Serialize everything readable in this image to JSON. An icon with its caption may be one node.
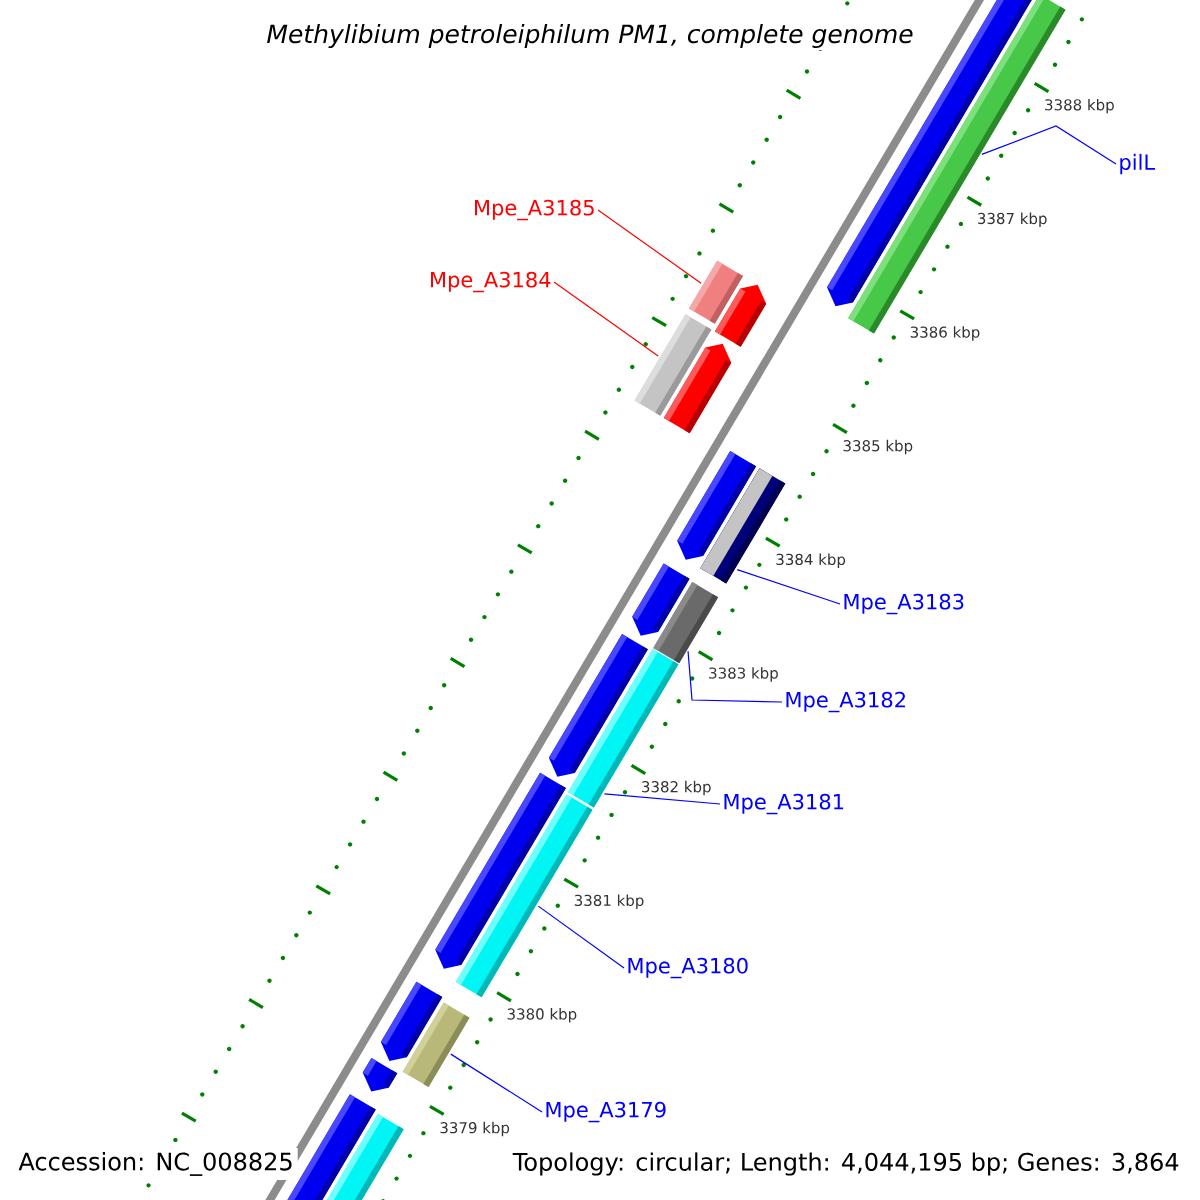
{
  "diagram": {
    "title": "Methylibium petroleiphilum PM1, complete genome",
    "nodes": [
      {
        "text": [
          "pilL"
        ]
      },
      {
        "text": [],
        "shape": "bar"
      },
      {
        "text": [
          "Mpe_A3185"
        ]
      },
      {
        "text": [],
        "shape": "bar"
      },
      {
        "text": [
          "Mpe_A3184"
        ]
      },
      {
        "text": [],
        "shape": "bar"
      },
      {
        "text": [
          "Mpe_A3183"
        ]
      },
      {
        "text": [],
        "shape": "bar"
      },
      {
        "text": [
          "Mpe_A3182"
        ]
      },
      {
        "text": [],
        "shape": "bar"
      },
      {
        "text": [
          "Mpe_A3181"
        ]
      },
      {
        "text": [],
        "shape": "bar"
      },
      {
        "text": [
          "Mpe_A3180"
        ]
      },
      {
        "text": [],
        "shape": "bar"
      },
      {
        "text": [
          "Mpe_A3179"
        ]
      },
      {
        "text": [],
        "shape": "bar"
      }
    ],
    "edges": [
      {
        "from": 0,
        "to": 1,
        "arrow": "none"
      },
      {
        "from": 2,
        "to": 3,
        "arrow": "none",
        "color": "#ff0000"
      },
      {
        "from": 4,
        "to": 5,
        "arrow": "none",
        "color": "#ff0000"
      },
      {
        "from": 6,
        "to": 7,
        "arrow": "none"
      },
      {
        "from": 8,
        "to": 9,
        "arrow": "none"
      },
      {
        "from": 10,
        "to": 11,
        "arrow": "none"
      },
      {
        "from": 12,
        "to": 13,
        "arrow": "none"
      },
      {
        "from": 14,
        "to": 15,
        "arrow": "none"
      }
    ],
    "labels": [
      "3388 kbp",
      "3387 kbp",
      "3386 kbp",
      "3385 kbp",
      "3384 kbp",
      "3383 kbp",
      "3382 kbp",
      "3381 kbp",
      "3380 kbp",
      "3379 kbp",
      "Accession: NC_008825",
      "Topology: circular; Length: 4,044,195 bp; Genes: 3,864"
    ]
  }
}
